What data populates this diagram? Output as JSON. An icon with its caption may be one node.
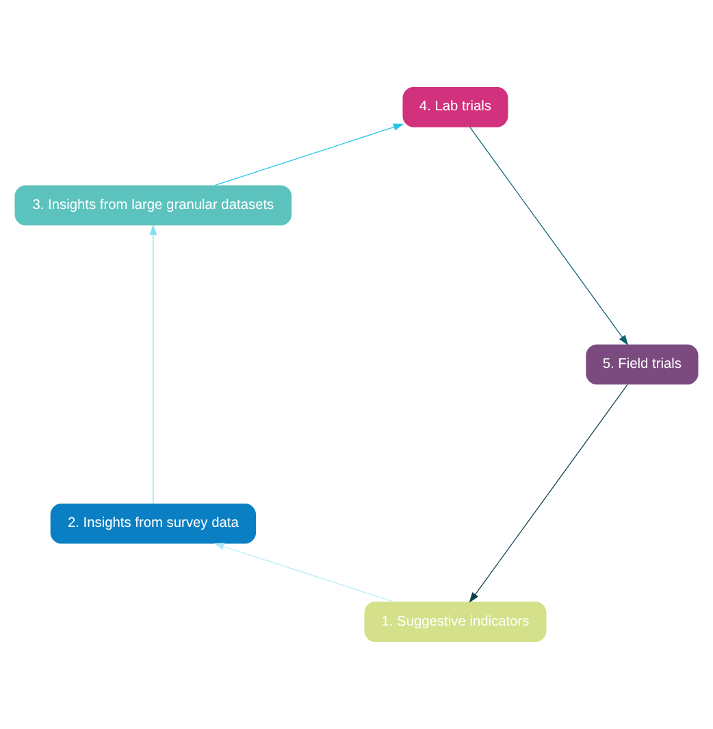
{
  "diagram": {
    "nodes": [
      {
        "text": [
          "1. Suggestive indicators"
        ]
      },
      {
        "text": [
          "2. Insights from survey data"
        ]
      },
      {
        "text": [
          "3. Insights from large granular datasets"
        ]
      },
      {
        "text": [
          "4. Lab trials"
        ]
      },
      {
        "text": [
          "5. Field trials"
        ]
      }
    ],
    "edges": [
      {
        "from": 0,
        "to": 1,
        "arrow": "to",
        "color": "#b3ecf7"
      },
      {
        "from": 1,
        "to": 2,
        "arrow": "to",
        "color": "#7fe0f5"
      },
      {
        "from": 2,
        "to": 3,
        "arrow": "to",
        "color": "#29c5e8"
      },
      {
        "from": 3,
        "to": 4,
        "arrow": "to",
        "color": "#0e6272"
      },
      {
        "from": 4,
        "to": 0,
        "arrow": "to",
        "color": "#0b3f4c"
      }
    ]
  }
}
